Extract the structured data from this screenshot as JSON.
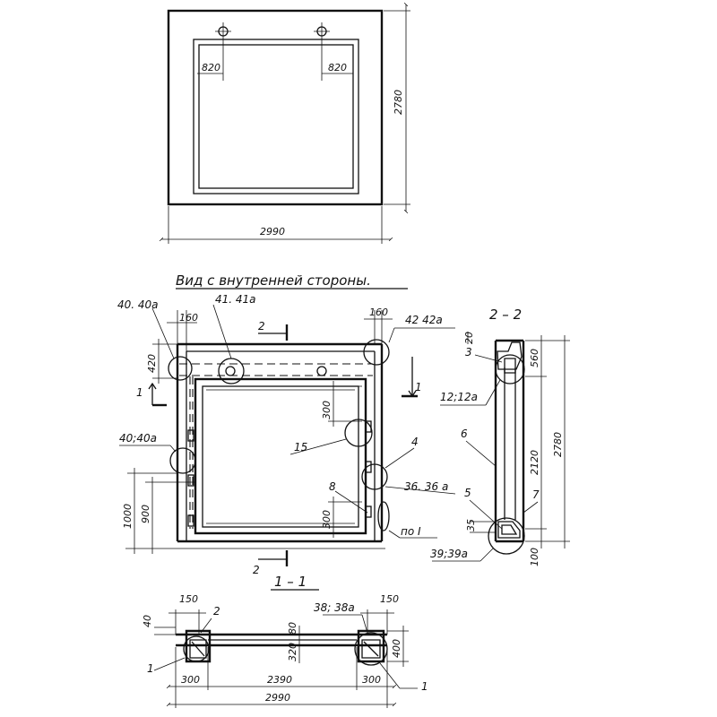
{
  "top_view": {
    "width_dim": "2990",
    "height_dim": "2780",
    "hole_left": "820",
    "hole_right": "820"
  },
  "inside_view": {
    "title": "Вид с внутренней стороны.",
    "callout_40_40a_top": "40. 40а",
    "callout_41_41a": "41. 41а",
    "callout_42_42a": "42 42а",
    "callout_40_40a_mid": "40;40а",
    "callout_15": "15",
    "callout_4": "4",
    "callout_36_36a": "36. 36 а",
    "callout_8": "8",
    "callout_po_1": "по I",
    "dim_160_left": "160",
    "dim_160_right": "160",
    "dim_420": "420",
    "dim_300_top": "300",
    "dim_300_bottom": "300",
    "dim_1000": "1000",
    "dim_900": "900",
    "section_2_top": "2",
    "section_2_bottom": "2",
    "section_1_left": "1",
    "section_1_right": "1"
  },
  "section_2_2": {
    "title": "2 – 2",
    "dim_20": "20",
    "dim_560": "560",
    "dim_2120": "2120",
    "dim_2780": "2780",
    "dim_35": "35",
    "dim_100": "100",
    "callout_3": "3",
    "callout_12_12a": "12;12а",
    "callout_6": "6",
    "callout_5": "5",
    "callout_7": "7",
    "callout_39_39a": "39;39а"
  },
  "section_1_1": {
    "title": "1 – 1",
    "dim_150_left": "150",
    "dim_150_right": "150",
    "dim_40": "40",
    "dim_80": "80",
    "dim_320": "320",
    "dim_400": "400",
    "dim_300_left": "300",
    "dim_2390": "2390",
    "dim_300_right": "300",
    "dim_2990": "2990",
    "callout_2": "2",
    "callout_38_38a": "38; 38а",
    "callout_1_left": "1",
    "callout_1_right": "1"
  }
}
